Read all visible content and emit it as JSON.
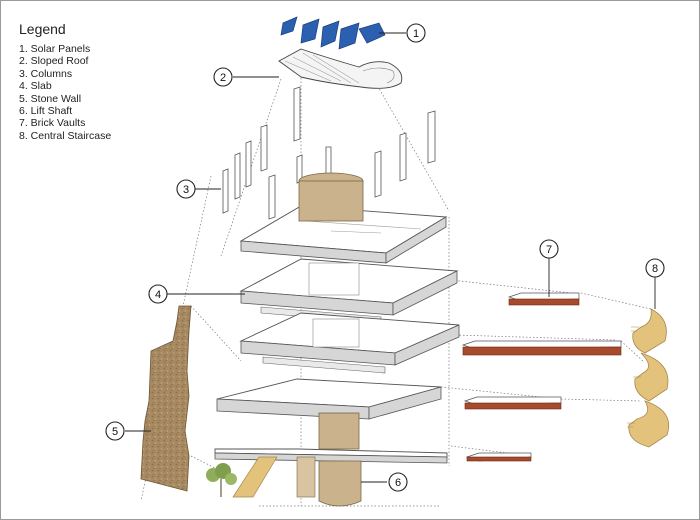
{
  "legend": {
    "title": "Legend",
    "items": [
      "1. Solar Panels",
      "2. Sloped Roof",
      "3. Columns",
      "4. Slab",
      "5. Stone Wall",
      "6. Lift Shaft",
      "7. Brick Vaults",
      "8. Central Staircase"
    ]
  },
  "callouts": [
    "1",
    "2",
    "3",
    "4",
    "5",
    "6",
    "7",
    "8"
  ],
  "colors": {
    "solar_panel": "#2b5fb0",
    "stone_wall": "#a88a62",
    "lift_shaft": "#c9b28c",
    "brick_vault": "#a84a2c",
    "staircase": "#e3c27c",
    "tree": "#8fae5c"
  }
}
